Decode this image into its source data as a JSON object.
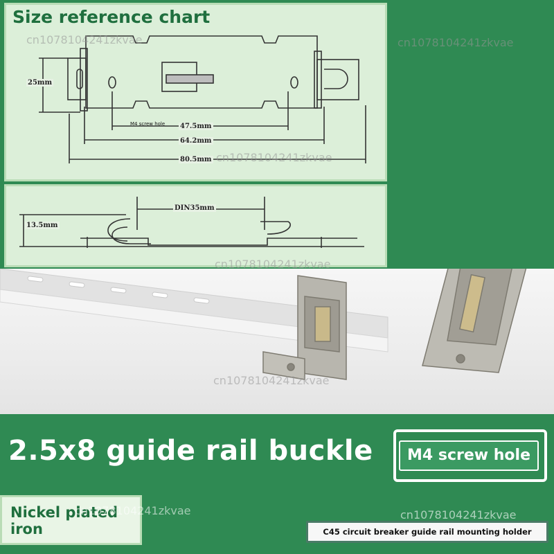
{
  "chart_title": "Size reference chart",
  "dimensions": {
    "height_top": "25mm",
    "screw_hole_label": "M4 screw hole",
    "width_inner": "47.5mm",
    "width_mid": "64.2mm",
    "width_total": "80.5mm",
    "height_side": "13.5mm",
    "rail": "DIN35mm"
  },
  "watermark": "cn1078104241zkvae",
  "headline": "2.5x8 guide rail buckle",
  "feature_button": "M4 screw hole",
  "material": "Nickel plated iron",
  "caption": "C45 circuit breaker guide rail mounting holder",
  "colors": {
    "background": "#2f8a53",
    "panel": "#dcefd9",
    "accent_text": "#1f6f3e"
  }
}
